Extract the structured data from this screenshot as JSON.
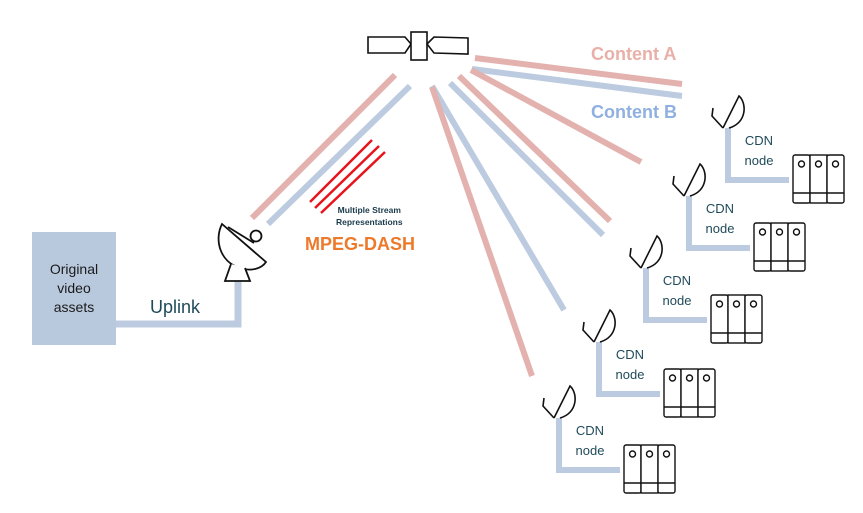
{
  "diagram": {
    "source": {
      "label_lines": [
        "Original",
        "video",
        "assets"
      ]
    },
    "uplink_label": "Uplink",
    "stream_note": {
      "line1": "Multiple Stream",
      "line2": "Representations"
    },
    "protocol_label": "MPEG-DASH",
    "legend": {
      "content_a": "Content A",
      "content_b": "Content B"
    },
    "colors": {
      "content_a": "#e3b2ae",
      "content_b": "#bccbdf",
      "link": "#bccbdf",
      "stream_lines": "#e8141c",
      "protocol": "#ec7a2a",
      "source_box": "#b9c9dd"
    },
    "cdn_nodes": [
      {
        "line1": "CDN",
        "line2": "node"
      },
      {
        "line1": "CDN",
        "line2": "node"
      },
      {
        "line1": "CDN",
        "line2": "node"
      },
      {
        "line1": "CDN",
        "line2": "node"
      },
      {
        "line1": "CDN",
        "line2": "node"
      }
    ],
    "icons": {
      "satellite": "satellite-icon",
      "uplink_dish": "uplink-dish-icon",
      "receiver_dish": "receiver-dish-icon",
      "server": "server-rack-icon"
    }
  }
}
